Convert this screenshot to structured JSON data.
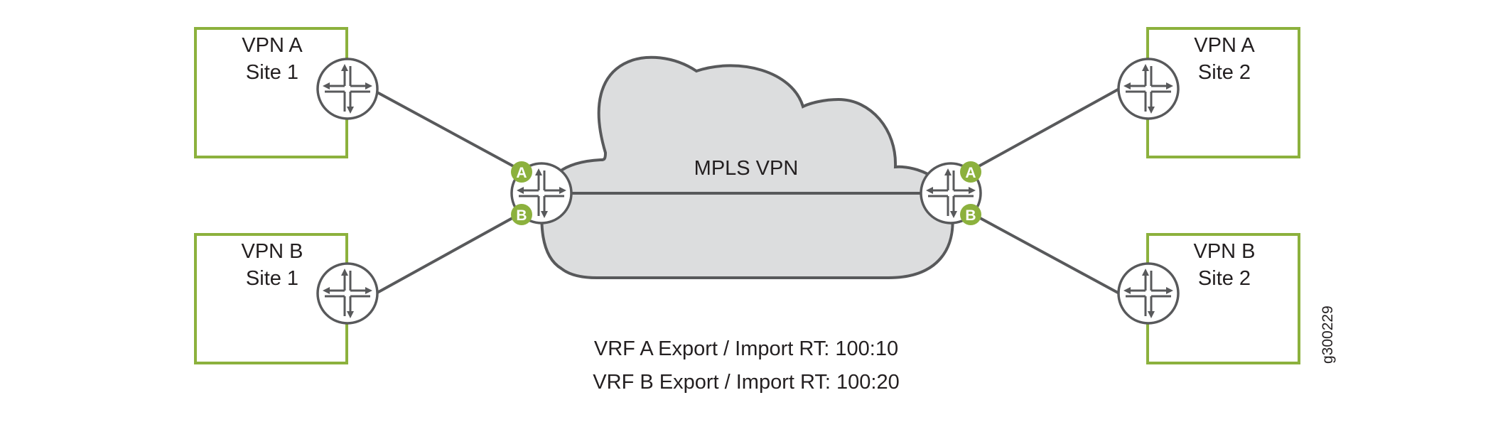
{
  "diagram": {
    "cloud_label": "MPLS VPN",
    "sites": {
      "a1": {
        "line1": "VPN A",
        "line2": "Site 1"
      },
      "b1": {
        "line1": "VPN B",
        "line2": "Site 1"
      },
      "a2": {
        "line1": "VPN A",
        "line2": "Site 2"
      },
      "b2": {
        "line1": "VPN B",
        "line2": "Site 2"
      }
    },
    "pe_badges": {
      "left_top": "A",
      "left_bottom": "B",
      "right_top": "A",
      "right_bottom": "B"
    },
    "notes": {
      "vrf_a": "VRF A Export / Import RT: 100:10",
      "vrf_b": "VRF B Export / Import RT: 100:20"
    },
    "figure_id": "g300229",
    "colors": {
      "site_border": "#8cb13d",
      "badge": "#8cb13d",
      "cloud_fill": "#dcddde",
      "line": "#58595b"
    }
  }
}
